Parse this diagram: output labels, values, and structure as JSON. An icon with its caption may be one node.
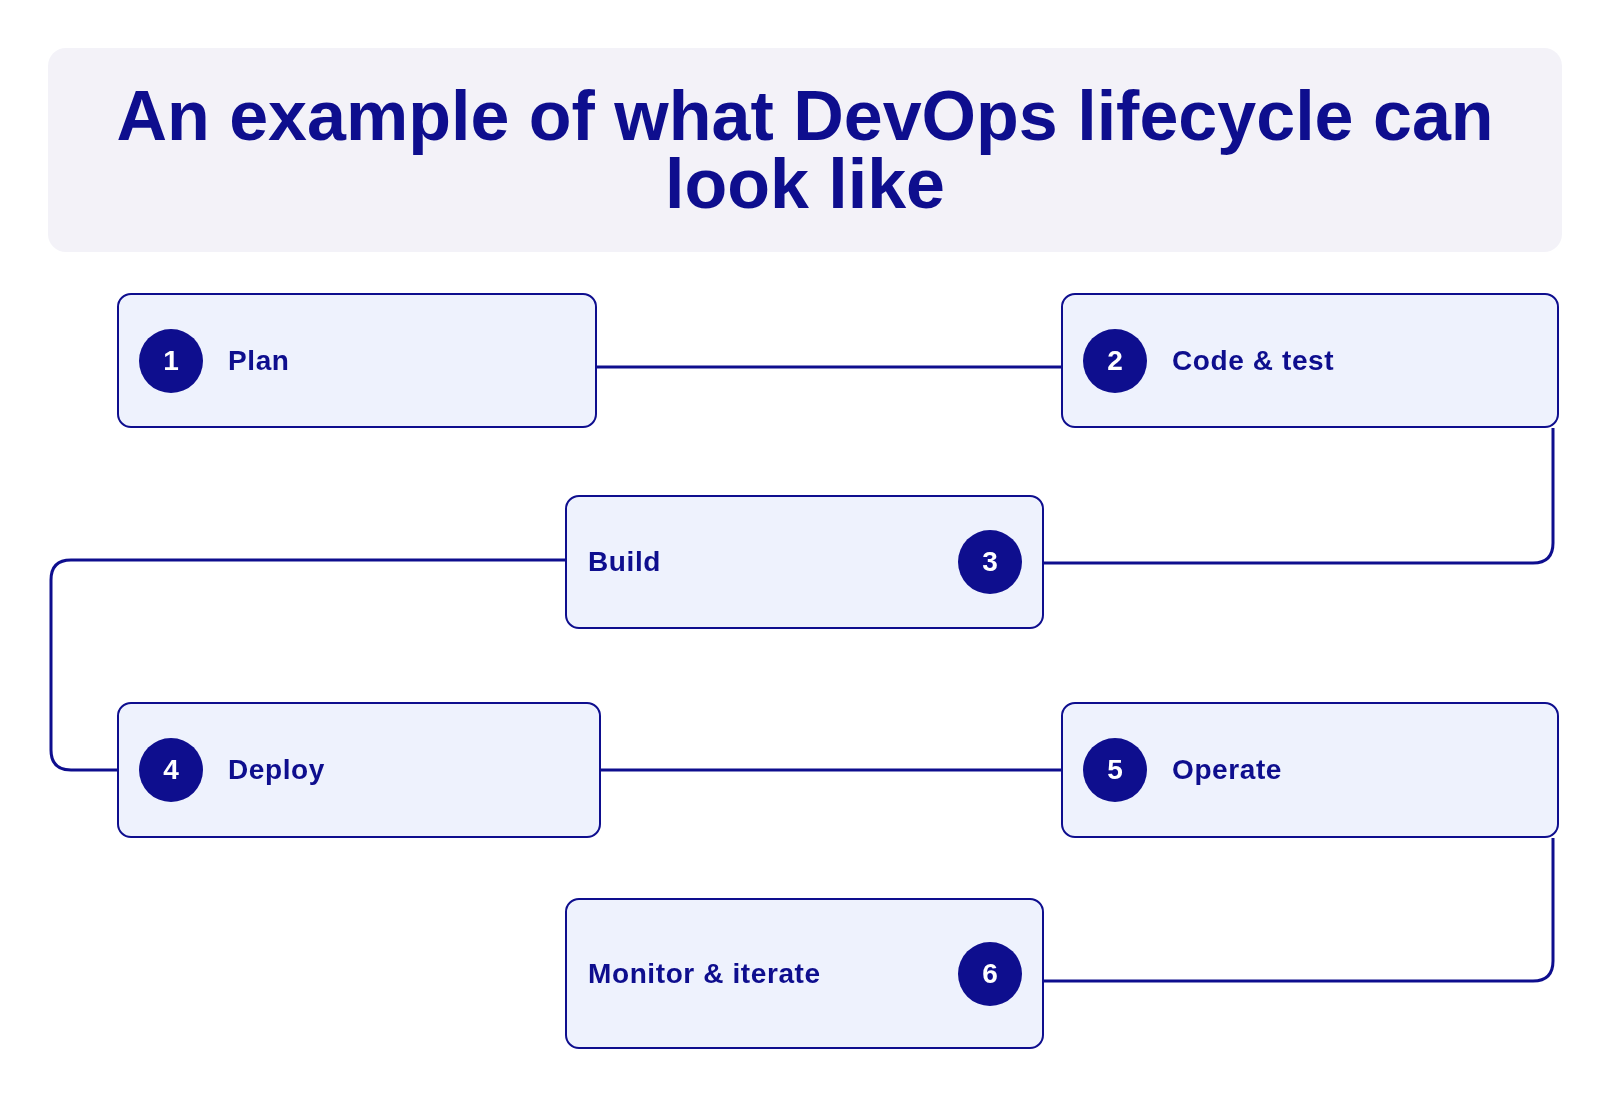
{
  "diagram": {
    "title": "An example of what DevOps lifecycle can look like",
    "nodes": [
      {
        "text": [
          "1",
          "Plan"
        ]
      },
      {
        "text": [
          "2",
          "Code & test"
        ]
      },
      {
        "text": [
          "Build",
          "3"
        ]
      },
      {
        "text": [
          "4",
          "Deploy"
        ]
      },
      {
        "text": [
          "5",
          "Operate"
        ]
      },
      {
        "text": [
          "Monitor & iterate",
          "6"
        ]
      }
    ],
    "edges": [
      {
        "from": 0,
        "to": 1,
        "arrow": "none"
      },
      {
        "from": 1,
        "to": 2,
        "arrow": "none"
      },
      {
        "from": 2,
        "to": 3,
        "arrow": "none"
      },
      {
        "from": 3,
        "to": 4,
        "arrow": "none"
      },
      {
        "from": 4,
        "to": 5,
        "arrow": "none"
      }
    ]
  }
}
